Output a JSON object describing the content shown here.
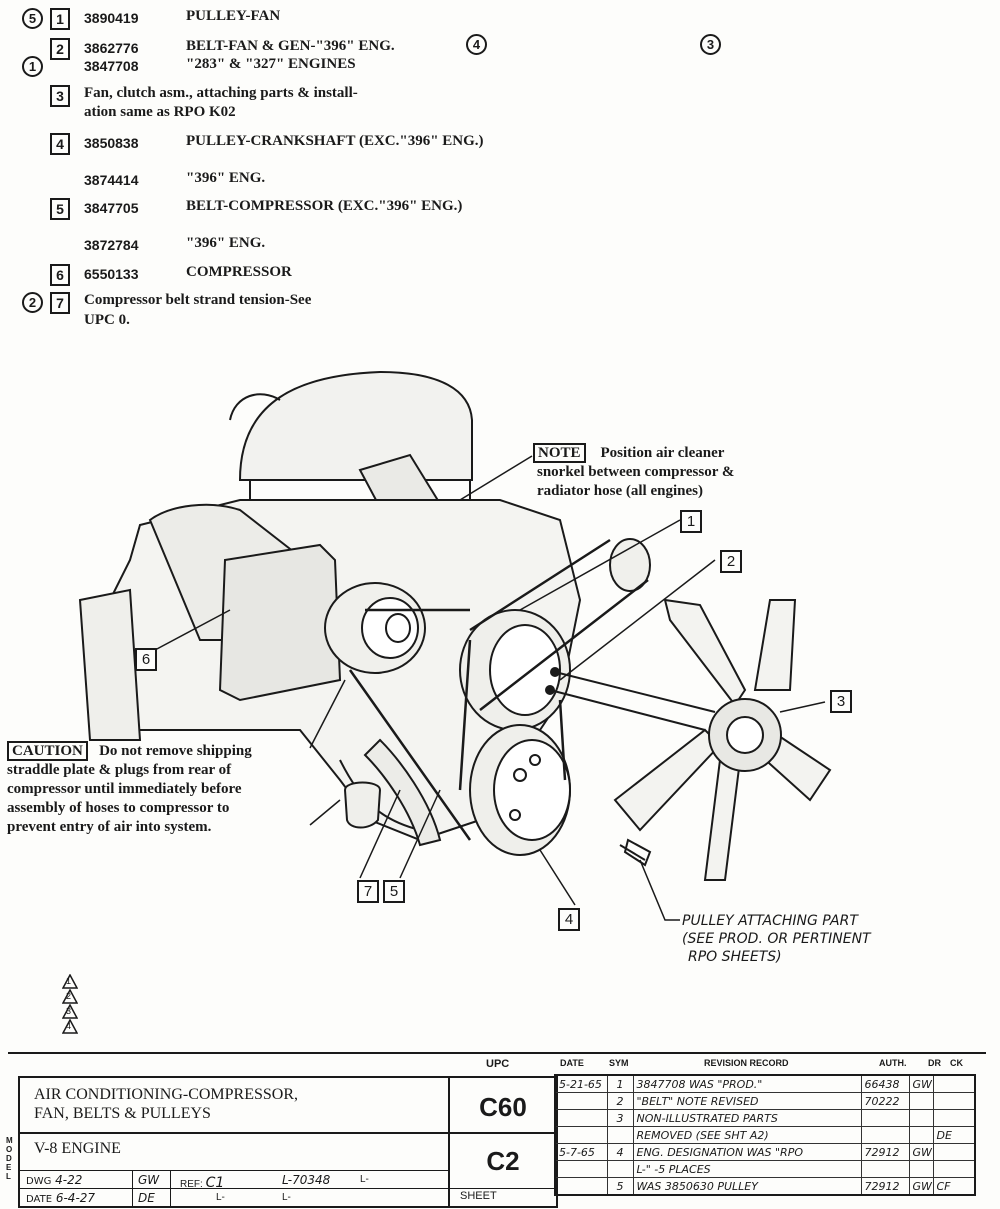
{
  "parts_list": {
    "items": [
      {
        "circle": "5",
        "num": "1",
        "part": "3890419",
        "desc": "PULLEY-FAN"
      },
      {
        "num": "2",
        "part": "3862776",
        "desc": "BELT-FAN & GEN-\"396\" ENG.",
        "circle_after": "4"
      },
      {
        "circle": "1",
        "part": "3847708",
        "desc": "\"283\" & \"327\" ENGINES"
      },
      {
        "num": "3",
        "desc": "Fan, clutch asm., attaching parts & install-",
        "desc2": "ation same as RPO K02"
      },
      {
        "num": "4",
        "part": "3850838",
        "desc": "PULLEY-CRANKSHAFT (EXC.\"396\" ENG.)"
      },
      {
        "part": "3874414",
        "desc": "\"396\" ENG."
      },
      {
        "num": "5",
        "part": "3847705",
        "desc": "BELT-COMPRESSOR (EXC.\"396\" ENG.)"
      },
      {
        "part": "3872784",
        "desc": "\"396\" ENG."
      },
      {
        "num": "6",
        "part": "6550133",
        "desc": "COMPRESSOR"
      },
      {
        "circle": "2",
        "num": "7",
        "desc": "Compressor belt strand tension-See",
        "desc2": "UPC 0."
      }
    ],
    "corner_circle": "3"
  },
  "diagram": {
    "note_tag": "NOTE",
    "note_lines": [
      "Position air cleaner",
      "snorkel between compressor &",
      "radiator hose (all engines)"
    ],
    "caution_tag": "CAUTION",
    "caution_lines": [
      "Do not remove shipping",
      "straddle plate & plugs from rear of",
      "compressor until immediately before",
      "assembly of hoses to compressor to",
      "prevent entry of air into system."
    ],
    "callouts": [
      "1",
      "2",
      "3",
      "4",
      "6",
      "7",
      "5"
    ],
    "attach_lines": [
      "PULLEY ATTACHING PART",
      "(SEE PROD. OR PERTINENT",
      "RPO SHEETS)"
    ],
    "revision_triangles": [
      "1",
      "2",
      "3",
      "4"
    ]
  },
  "title_block": {
    "upc_label": "UPC",
    "title_line1": "AIR CONDITIONING-COMPRESSOR,",
    "title_line2": "FAN, BELTS & PULLEYS",
    "upc_code": "C60",
    "engine": "V-8 ENGINE",
    "model_code": "C2",
    "model_label": "MODEL",
    "dwg_label": "DWG",
    "dwg_value": "4-22",
    "dwg_auth": "GW",
    "date_label": "DATE",
    "date_value": "6-4-27",
    "date_auth": "DE",
    "ref_label": "REF:",
    "ref_value": "C1",
    "l_value": "L-70348",
    "l_marks": [
      "L-",
      "L-",
      "L-"
    ],
    "sheet_label": "SHEET",
    "rev_headers": {
      "date": "DATE",
      "sym": "SYM",
      "record": "REVISION RECORD",
      "auth": "AUTH.",
      "dr": "DR",
      "ck": "CK"
    },
    "revisions": [
      {
        "date": "5-21-65",
        "sym": "1",
        "record": "3847708 WAS \"PROD.\"",
        "auth": "66438",
        "dr": "GW",
        "ck": ""
      },
      {
        "date": "",
        "sym": "2",
        "record": "\"BELT\" NOTE REVISED",
        "auth": "70222",
        "dr": "",
        "ck": ""
      },
      {
        "date": "",
        "sym": "3",
        "record": "NON-ILLUSTRATED PARTS",
        "auth": "",
        "dr": "",
        "ck": ""
      },
      {
        "date": "",
        "sym": "",
        "record": "REMOVED (SEE SHT A2)",
        "auth": "",
        "dr": "",
        "ck": "DE"
      },
      {
        "date": "5-7-65",
        "sym": "4",
        "record": "ENG. DESIGNATION WAS \"RPO",
        "auth": "72912",
        "dr": "GW",
        "ck": ""
      },
      {
        "date": "",
        "sym": "",
        "record": "L-\" -5 PLACES",
        "auth": "",
        "dr": "",
        "ck": ""
      },
      {
        "date": "",
        "sym": "5",
        "record": "WAS 3850630 PULLEY",
        "auth": "72912",
        "dr": "GW",
        "ck": "CF"
      }
    ]
  }
}
